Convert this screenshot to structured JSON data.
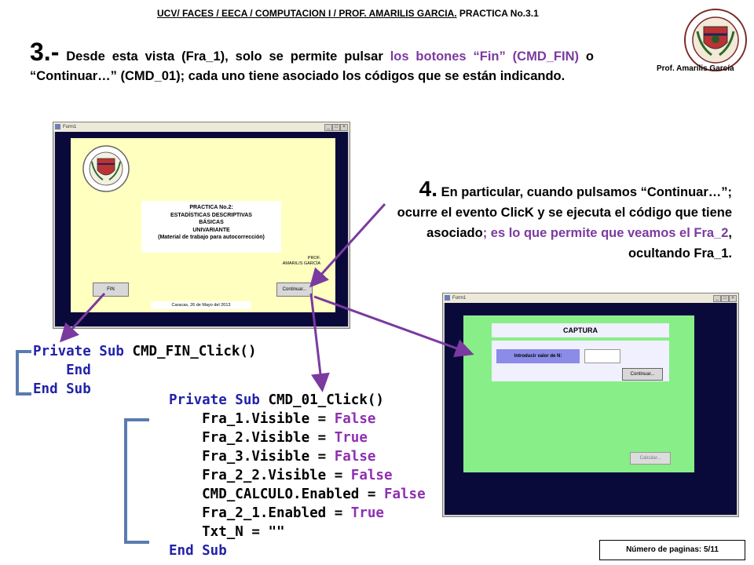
{
  "header": {
    "underlined": "UCV/ FACES / EECA / COMPUTACION I / PROF. AMARILIS GARCIA.",
    "plain": " PRACTICA No.3.1"
  },
  "author_top": "Prof. Amarilis García",
  "paragraph3": {
    "number": "3.-",
    "text_a": " Desde esta vista (Fra_1), solo se permite pulsar ",
    "text_b_purple": "los botones “Fin” (CMD_FIN)",
    "text_c": " o “Continuar…” (CMD_01); cada uno tiene asociado los códigos que se están indicando."
  },
  "paragraph4": {
    "number": "4.",
    "text_a": " En particular, cuando pulsamos “Continuar…”; ocurre el evento ClicK y se ejecuta el código que tiene asociado",
    "text_b_purple": "; es lo que permite que veamos el Fra_2",
    "text_c": ", ocultando Fra_1."
  },
  "window1": {
    "title": "Form1",
    "practica_lines": [
      "PRACTICA No.2:",
      "ESTADÍSTICAS DESCRIPTIVAS",
      "BÁSICAS",
      "UNIVARIANTE",
      "(Material de trabajo para autocorrección)"
    ],
    "prof_lines": [
      "PROF.",
      "AMARILIS GARCÍA"
    ],
    "fin_button": "FIN",
    "continuar_button": "Continuar...",
    "date": "Caracas, 26 de Mayo del 2013"
  },
  "window2": {
    "title": "Form1",
    "captura_title": "CAPTURA",
    "label_n": "Introducir valor de N:",
    "continuar_button": "Continuar...",
    "calcular_button": "Calcular..."
  },
  "code1": {
    "line1_kw": "Private Sub",
    "line1_name": " CMD_FIN_Click()",
    "line2": "    End",
    "line3": "End Sub"
  },
  "code2": {
    "header_kw": "Private Sub",
    "header_name": " CMD_01_Click()",
    "lines": [
      {
        "left": "    Fra_1.Visible = ",
        "value": "False"
      },
      {
        "left": "    Fra_2.Visible = ",
        "value": "True"
      },
      {
        "left": "    Fra_3.Visible = ",
        "value": "False"
      },
      {
        "left": "    Fra_2_2.Visible = ",
        "value": "False"
      },
      {
        "left": "    CMD_CALCULO.Enabled = ",
        "value": "False"
      },
      {
        "left": "    Fra_2_1.Enabled = ",
        "value": "True"
      },
      {
        "left": "    Txt_N = ",
        "value": "\"\""
      }
    ],
    "footer": "End Sub"
  },
  "page_number": "Número de paginas:  5/11",
  "colors": {
    "accent_purple": "#7b3aa0",
    "code_blue": "#2222aa",
    "fra1_bg": "#ffffc0",
    "fra2_bg": "#88ee88",
    "window_client": "#0a0a3a"
  }
}
